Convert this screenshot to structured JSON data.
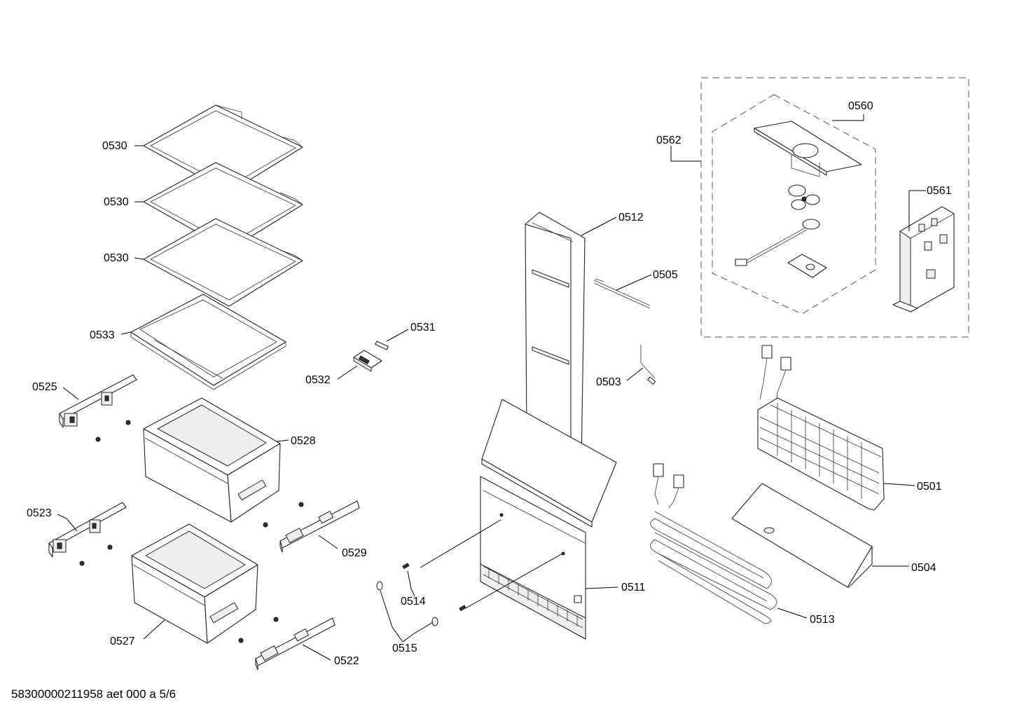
{
  "footer": {
    "doc_id": "58300000211958 aet 000 a 5/6"
  },
  "callouts": {
    "c0501": "0501",
    "c0503": "0503",
    "c0504": "0504",
    "c0505": "0505",
    "c0511": "0511",
    "c0512": "0512",
    "c0513": "0513",
    "c0514": "0514",
    "c0515": "0515",
    "c0522": "0522",
    "c0523": "0523",
    "c0525": "0525",
    "c0527": "0527",
    "c0528": "0528",
    "c0529": "0529",
    "c0530a": "0530",
    "c0530b": "0530",
    "c0530c": "0530",
    "c0531": "0531",
    "c0532": "0532",
    "c0533": "0533",
    "c0560": "0560",
    "c0561": "0561",
    "c0562": "0562"
  }
}
